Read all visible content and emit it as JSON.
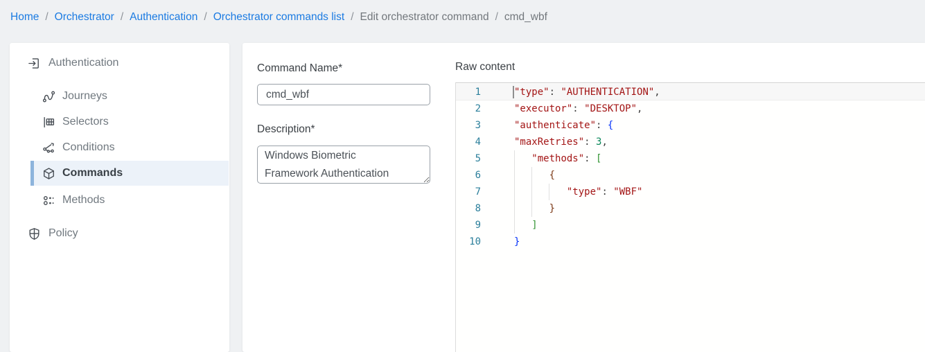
{
  "breadcrumb": {
    "separator": "/",
    "items": [
      {
        "label": "Home"
      },
      {
        "label": "Orchestrator"
      },
      {
        "label": "Authentication"
      },
      {
        "label": "Orchestrator commands list"
      },
      {
        "label": "Edit orchestrator command"
      },
      {
        "label": "cmd_wbf"
      }
    ]
  },
  "sidebar": {
    "section_label": "Authentication",
    "items": [
      {
        "label": "Journeys"
      },
      {
        "label": "Selectors"
      },
      {
        "label": "Conditions"
      },
      {
        "label": "Commands",
        "selected": true
      },
      {
        "label": "Methods"
      }
    ],
    "policy_label": "Policy"
  },
  "form": {
    "command_name_label": "Command Name*",
    "command_name_value": "cmd_wbf",
    "description_label": "Description*",
    "description_value": "Windows Biometric\nFramework Authentication"
  },
  "editor": {
    "label": "Raw content",
    "lines": [
      {
        "n": "1",
        "tokens": [
          {
            "c": "key",
            "t": "\"type\""
          },
          {
            "c": "punc",
            "t": ": "
          },
          {
            "c": "str",
            "t": "\"AUTHENTICATION\""
          },
          {
            "c": "punc",
            "t": ","
          }
        ]
      },
      {
        "n": "2",
        "tokens": [
          {
            "c": "key",
            "t": "\"executor\""
          },
          {
            "c": "punc",
            "t": ": "
          },
          {
            "c": "str",
            "t": "\"DESKTOP\""
          },
          {
            "c": "punc",
            "t": ","
          }
        ]
      },
      {
        "n": "3",
        "tokens": [
          {
            "c": "key",
            "t": "\"authenticate\""
          },
          {
            "c": "punc",
            "t": ": "
          },
          {
            "c": "b1",
            "t": "{"
          }
        ]
      },
      {
        "n": "4",
        "tokens": [
          {
            "c": "key",
            "t": "\"maxRetries\""
          },
          {
            "c": "punc",
            "t": ": "
          },
          {
            "c": "num",
            "t": "3"
          },
          {
            "c": "punc",
            "t": ","
          }
        ]
      },
      {
        "n": "5",
        "tokens": [
          {
            "c": "ws",
            "t": "   "
          },
          {
            "c": "key",
            "t": "\"methods\""
          },
          {
            "c": "punc",
            "t": ": "
          },
          {
            "c": "b2",
            "t": "["
          }
        ]
      },
      {
        "n": "6",
        "tokens": [
          {
            "c": "ws",
            "t": "      "
          },
          {
            "c": "b3",
            "t": "{"
          }
        ]
      },
      {
        "n": "7",
        "tokens": [
          {
            "c": "ws",
            "t": "         "
          },
          {
            "c": "key",
            "t": "\"type\""
          },
          {
            "c": "punc",
            "t": ": "
          },
          {
            "c": "str",
            "t": "\"WBF\""
          }
        ]
      },
      {
        "n": "8",
        "tokens": [
          {
            "c": "ws",
            "t": "      "
          },
          {
            "c": "b3",
            "t": "}"
          }
        ]
      },
      {
        "n": "9",
        "tokens": [
          {
            "c": "ws",
            "t": "   "
          },
          {
            "c": "b2",
            "t": "]"
          }
        ]
      },
      {
        "n": "10",
        "tokens": [
          {
            "c": "b1",
            "t": "}"
          }
        ]
      }
    ]
  },
  "colors": {
    "page_bg": "#eff1f3",
    "link_blue": "#1b7be2",
    "selected_item_bg": "#ecf2f9",
    "selected_item_bar": "#8db4dc",
    "line_number": "#2b7f9b",
    "token_string": "#a31515",
    "token_number": "#098658",
    "bracket_blue": "#0431fa",
    "bracket_green": "#319331",
    "bracket_brown": "#7b3814"
  }
}
